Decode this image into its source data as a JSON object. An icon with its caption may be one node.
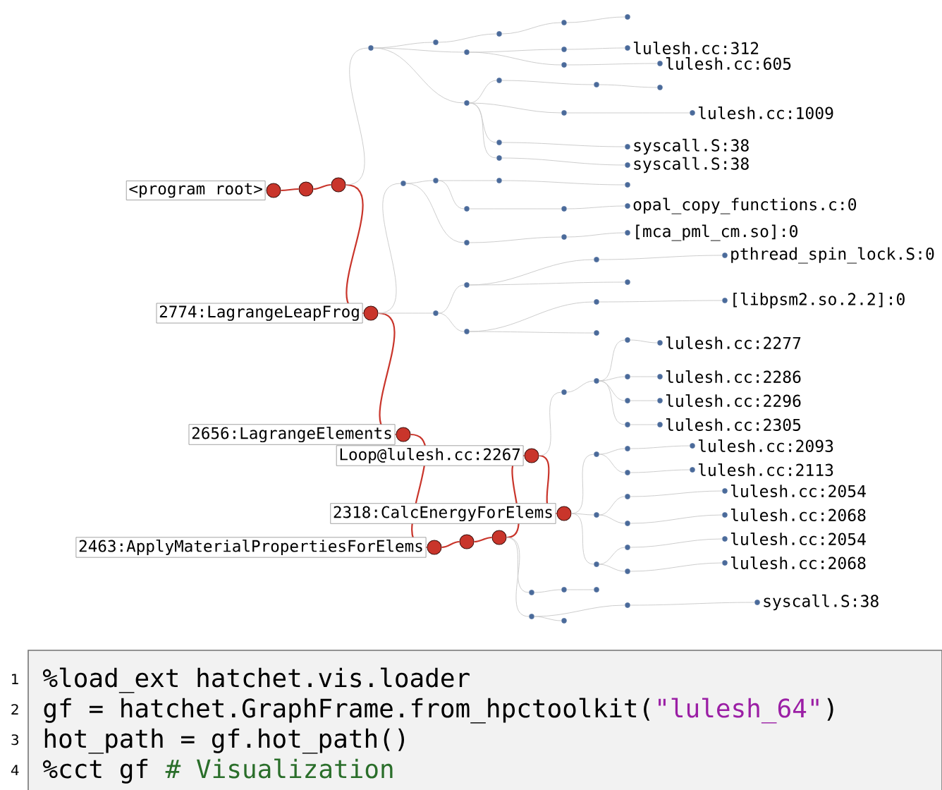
{
  "diagram": {
    "nodes": [
      {
        "text": [],
        "shape": "circle",
        "beside": [
          "<program root>"
        ]
      },
      {
        "text": [],
        "shape": "circle"
      },
      {
        "text": [],
        "shape": "circle"
      },
      {
        "text": [],
        "shape": "circle",
        "beside": [
          "2774:LagrangeLeapFrog"
        ]
      },
      {
        "text": [],
        "shape": "circle",
        "beside": [
          "2656:LagrangeElements"
        ]
      },
      {
        "text": [],
        "shape": "circle",
        "beside": [
          "2463:ApplyMaterialPropertiesForElems"
        ]
      },
      {
        "text": [],
        "shape": "circle"
      },
      {
        "text": [],
        "shape": "circle"
      },
      {
        "text": [],
        "shape": "circle",
        "beside": [
          "Loop@lulesh.cc:2267"
        ]
      },
      {
        "text": [],
        "shape": "circle",
        "beside": [
          "2318:CalcEnergyForElems"
        ]
      },
      {
        "text": [],
        "shape": "circle"
      },
      {
        "text": [],
        "shape": "circle"
      },
      {
        "text": [],
        "shape": "circle"
      },
      {
        "text": [],
        "shape": "circle"
      },
      {
        "text": [],
        "shape": "circle"
      },
      {
        "text": [],
        "shape": "circle"
      },
      {
        "text": [],
        "shape": "circle"
      },
      {
        "text": [],
        "shape": "circle",
        "beside": [
          "lulesh.cc:312"
        ]
      },
      {
        "text": [],
        "shape": "circle"
      },
      {
        "text": [],
        "shape": "circle",
        "beside": [
          "lulesh.cc:605"
        ]
      },
      {
        "text": [],
        "shape": "circle"
      },
      {
        "text": [],
        "shape": "circle"
      },
      {
        "text": [],
        "shape": "circle"
      },
      {
        "text": [],
        "shape": "circle"
      },
      {
        "text": [],
        "shape": "circle"
      },
      {
        "text": [],
        "shape": "circle",
        "beside": [
          "lulesh.cc:1009"
        ]
      },
      {
        "text": [],
        "shape": "circle"
      },
      {
        "text": [],
        "shape": "circle",
        "beside": [
          "syscall.S:38"
        ]
      },
      {
        "text": [],
        "shape": "circle"
      },
      {
        "text": [],
        "shape": "circle",
        "beside": [
          "syscall.S:38"
        ]
      },
      {
        "text": [],
        "shape": "circle"
      },
      {
        "text": [],
        "shape": "circle"
      },
      {
        "text": [],
        "shape": "circle"
      },
      {
        "text": [],
        "shape": "circle"
      },
      {
        "text": [],
        "shape": "circle"
      },
      {
        "text": [],
        "shape": "circle"
      },
      {
        "text": [],
        "shape": "circle",
        "beside": [
          "opal_copy_functions.c:0"
        ]
      },
      {
        "text": [],
        "shape": "circle"
      },
      {
        "text": [],
        "shape": "circle"
      },
      {
        "text": [],
        "shape": "circle",
        "beside": [
          "[mca_pml_cm.so]:0"
        ]
      },
      {
        "text": [],
        "shape": "circle"
      },
      {
        "text": [],
        "shape": "circle"
      },
      {
        "text": [],
        "shape": "circle"
      },
      {
        "text": [],
        "shape": "circle",
        "beside": [
          "pthread_spin_lock.S:0"
        ]
      },
      {
        "text": [],
        "shape": "circle"
      },
      {
        "text": [],
        "shape": "circle"
      },
      {
        "text": [],
        "shape": "circle"
      },
      {
        "text": [],
        "shape": "circle",
        "beside": [
          "[libpsm2.so.2.2]:0"
        ]
      },
      {
        "text": [],
        "shape": "circle"
      },
      {
        "text": [],
        "shape": "circle"
      },
      {
        "text": [],
        "shape": "circle"
      },
      {
        "text": [],
        "shape": "circle"
      },
      {
        "text": [],
        "shape": "circle",
        "beside": [
          "lulesh.cc:2277"
        ]
      },
      {
        "text": [],
        "shape": "circle"
      },
      {
        "text": [],
        "shape": "circle",
        "beside": [
          "lulesh.cc:2286"
        ]
      },
      {
        "text": [],
        "shape": "circle"
      },
      {
        "text": [],
        "shape": "circle",
        "beside": [
          "lulesh.cc:2296"
        ]
      },
      {
        "text": [],
        "shape": "circle"
      },
      {
        "text": [],
        "shape": "circle",
        "beside": [
          "lulesh.cc:2305"
        ]
      },
      {
        "text": [],
        "shape": "circle"
      },
      {
        "text": [],
        "shape": "circle"
      },
      {
        "text": [],
        "shape": "circle",
        "beside": [
          "lulesh.cc:2093"
        ]
      },
      {
        "text": [],
        "shape": "circle"
      },
      {
        "text": [],
        "shape": "circle",
        "beside": [
          "lulesh.cc:2113"
        ]
      },
      {
        "text": [],
        "shape": "circle"
      },
      {
        "text": [],
        "shape": "circle"
      },
      {
        "text": [],
        "shape": "circle",
        "beside": [
          "lulesh.cc:2054"
        ]
      },
      {
        "text": [],
        "shape": "circle"
      },
      {
        "text": [],
        "shape": "circle",
        "beside": [
          "lulesh.cc:2068"
        ]
      },
      {
        "text": [],
        "shape": "circle"
      },
      {
        "text": [],
        "shape": "circle"
      },
      {
        "text": [],
        "shape": "circle",
        "beside": [
          "lulesh.cc:2054"
        ]
      },
      {
        "text": [],
        "shape": "circle"
      },
      {
        "text": [],
        "shape": "circle",
        "beside": [
          "lulesh.cc:2068"
        ]
      },
      {
        "text": [],
        "shape": "circle"
      },
      {
        "text": [],
        "shape": "circle"
      },
      {
        "text": [],
        "shape": "circle"
      },
      {
        "text": [],
        "shape": "circle"
      },
      {
        "text": [],
        "shape": "circle"
      },
      {
        "text": [],
        "shape": "circle",
        "beside": [
          "syscall.S:38"
        ]
      },
      {
        "text": [],
        "shape": "circle"
      }
    ],
    "edges": [
      {
        "from": 0,
        "to": 1,
        "arrow": "none",
        "color": "#c9352b"
      },
      {
        "from": 1,
        "to": 2,
        "arrow": "none",
        "color": "#c9352b"
      },
      {
        "from": 2,
        "to": 3,
        "arrow": "none",
        "color": "#c9352b"
      },
      {
        "from": 3,
        "to": 4,
        "arrow": "none",
        "color": "#c9352b"
      },
      {
        "from": 4,
        "to": 5,
        "arrow": "none",
        "color": "#c9352b"
      },
      {
        "from": 5,
        "to": 6,
        "arrow": "none",
        "color": "#c9352b"
      },
      {
        "from": 6,
        "to": 7,
        "arrow": "none",
        "color": "#c9352b"
      },
      {
        "from": 7,
        "to": 8,
        "arrow": "none",
        "color": "#c9352b"
      },
      {
        "from": 8,
        "to": 9,
        "arrow": "none",
        "color": "#c9352b"
      },
      {
        "from": 2,
        "to": 10,
        "arrow": "none"
      },
      {
        "from": 10,
        "to": 11,
        "arrow": "none"
      },
      {
        "from": 11,
        "to": 12,
        "arrow": "none"
      },
      {
        "from": 12,
        "to": 13,
        "arrow": "none"
      },
      {
        "from": 13,
        "to": 14,
        "arrow": "none"
      },
      {
        "from": 10,
        "to": 15,
        "arrow": "none"
      },
      {
        "from": 15,
        "to": 16,
        "arrow": "none"
      },
      {
        "from": 16,
        "to": 17,
        "arrow": "none"
      },
      {
        "from": 15,
        "to": 18,
        "arrow": "none"
      },
      {
        "from": 18,
        "to": 19,
        "arrow": "none"
      },
      {
        "from": 10,
        "to": 20,
        "arrow": "none"
      },
      {
        "from": 20,
        "to": 21,
        "arrow": "none"
      },
      {
        "from": 21,
        "to": 22,
        "arrow": "none"
      },
      {
        "from": 22,
        "to": 23,
        "arrow": "none"
      },
      {
        "from": 20,
        "to": 24,
        "arrow": "none"
      },
      {
        "from": 24,
        "to": 25,
        "arrow": "none"
      },
      {
        "from": 20,
        "to": 26,
        "arrow": "none"
      },
      {
        "from": 26,
        "to": 27,
        "arrow": "none"
      },
      {
        "from": 20,
        "to": 28,
        "arrow": "none"
      },
      {
        "from": 28,
        "to": 29,
        "arrow": "none"
      },
      {
        "from": 3,
        "to": 30,
        "arrow": "none"
      },
      {
        "from": 30,
        "to": 31,
        "arrow": "none"
      },
      {
        "from": 31,
        "to": 32,
        "arrow": "none"
      },
      {
        "from": 32,
        "to": 33,
        "arrow": "none"
      },
      {
        "from": 31,
        "to": 34,
        "arrow": "none"
      },
      {
        "from": 34,
        "to": 35,
        "arrow": "none"
      },
      {
        "from": 35,
        "to": 36,
        "arrow": "none"
      },
      {
        "from": 30,
        "to": 37,
        "arrow": "none"
      },
      {
        "from": 37,
        "to": 38,
        "arrow": "none"
      },
      {
        "from": 38,
        "to": 39,
        "arrow": "none"
      },
      {
        "from": 3,
        "to": 40,
        "arrow": "none"
      },
      {
        "from": 40,
        "to": 41,
        "arrow": "none"
      },
      {
        "from": 41,
        "to": 42,
        "arrow": "none"
      },
      {
        "from": 42,
        "to": 43,
        "arrow": "none"
      },
      {
        "from": 41,
        "to": 44,
        "arrow": "none"
      },
      {
        "from": 40,
        "to": 45,
        "arrow": "none"
      },
      {
        "from": 45,
        "to": 46,
        "arrow": "none"
      },
      {
        "from": 46,
        "to": 47,
        "arrow": "none"
      },
      {
        "from": 45,
        "to": 48,
        "arrow": "none"
      },
      {
        "from": 8,
        "to": 49,
        "arrow": "none"
      },
      {
        "from": 49,
        "to": 50,
        "arrow": "none"
      },
      {
        "from": 50,
        "to": 51,
        "arrow": "none"
      },
      {
        "from": 51,
        "to": 52,
        "arrow": "none"
      },
      {
        "from": 50,
        "to": 53,
        "arrow": "none"
      },
      {
        "from": 53,
        "to": 54,
        "arrow": "none"
      },
      {
        "from": 50,
        "to": 55,
        "arrow": "none"
      },
      {
        "from": 55,
        "to": 56,
        "arrow": "none"
      },
      {
        "from": 50,
        "to": 57,
        "arrow": "none"
      },
      {
        "from": 57,
        "to": 58,
        "arrow": "none"
      },
      {
        "from": 9,
        "to": 59,
        "arrow": "none"
      },
      {
        "from": 59,
        "to": 60,
        "arrow": "none"
      },
      {
        "from": 60,
        "to": 61,
        "arrow": "none"
      },
      {
        "from": 59,
        "to": 62,
        "arrow": "none"
      },
      {
        "from": 62,
        "to": 63,
        "arrow": "none"
      },
      {
        "from": 9,
        "to": 64,
        "arrow": "none"
      },
      {
        "from": 64,
        "to": 65,
        "arrow": "none"
      },
      {
        "from": 65,
        "to": 66,
        "arrow": "none"
      },
      {
        "from": 64,
        "to": 67,
        "arrow": "none"
      },
      {
        "from": 67,
        "to": 68,
        "arrow": "none"
      },
      {
        "from": 9,
        "to": 69,
        "arrow": "none"
      },
      {
        "from": 69,
        "to": 70,
        "arrow": "none"
      },
      {
        "from": 70,
        "to": 71,
        "arrow": "none"
      },
      {
        "from": 69,
        "to": 72,
        "arrow": "none"
      },
      {
        "from": 72,
        "to": 73,
        "arrow": "none"
      },
      {
        "from": 7,
        "to": 74,
        "arrow": "none"
      },
      {
        "from": 74,
        "to": 75,
        "arrow": "none"
      },
      {
        "from": 75,
        "to": 76,
        "arrow": "none"
      },
      {
        "from": 7,
        "to": 77,
        "arrow": "none"
      },
      {
        "from": 77,
        "to": 78,
        "arrow": "none"
      },
      {
        "from": 78,
        "to": 79,
        "arrow": "none"
      },
      {
        "from": 77,
        "to": 80,
        "arrow": "none"
      }
    ],
    "labels": [
      "1",
      "%load_ext hatchet.vis.loader",
      "2",
      "gf = hatchet.GraphFrame.from_hpctoolkit(",
      "\"lulesh_64\"",
      ")",
      "3",
      "hot_path = gf.hot_path()",
      "4",
      "%cct gf",
      "# Visualization"
    ]
  }
}
